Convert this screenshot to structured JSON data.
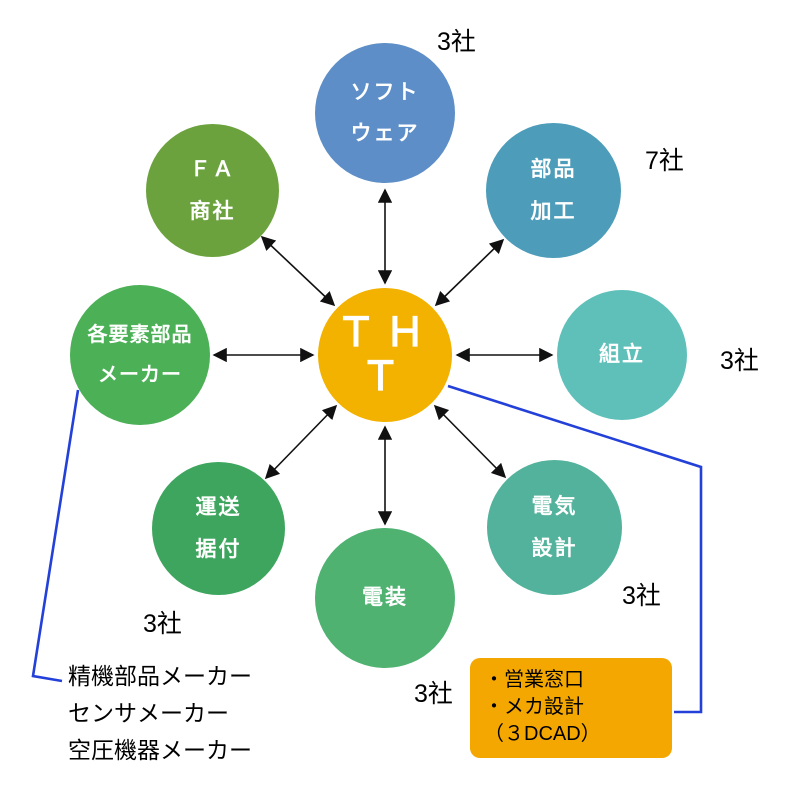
{
  "diagram": {
    "center": {
      "label": "ＴＨＴ",
      "color": "#f3b200"
    },
    "nodes": [
      {
        "id": "software",
        "label_lines": [
          "ソフト",
          "ウェア"
        ],
        "count": "3社",
        "color": "#5d8ec7"
      },
      {
        "id": "parts-machining",
        "label_lines": [
          "部品",
          "加工"
        ],
        "count": "7社",
        "color": "#4c9cba"
      },
      {
        "id": "assembly",
        "label_lines": [
          "組立"
        ],
        "count": "3社",
        "color": "#5fc0ba"
      },
      {
        "id": "electrical-design",
        "label_lines": [
          "電気",
          "設計"
        ],
        "count": "3社",
        "color": "#53b29c"
      },
      {
        "id": "denso",
        "label_lines": [
          "電装"
        ],
        "count": "3社",
        "color": "#4fb271"
      },
      {
        "id": "transport-install",
        "label_lines": [
          "運送",
          "据付"
        ],
        "count": "3社",
        "color": "#3ea55e"
      },
      {
        "id": "component-makers",
        "label_lines": [
          "各要素部品",
          "メーカー"
        ],
        "color": "#4bb056"
      },
      {
        "id": "fa-trading",
        "label_lines": [
          "ＦＡ",
          "商社"
        ],
        "color": "#6ba23e"
      }
    ],
    "note_left": {
      "lines": [
        "精機部品メーカー",
        "センサメーカー",
        "空圧機器メーカー"
      ]
    },
    "note_right": {
      "lines": [
        "・営業窓口",
        "・メカ設計",
        "（３DCAD）"
      ],
      "color": "#f3a700"
    },
    "colors": {
      "connector_blue": "#2340d8",
      "arrow_black": "#111111"
    }
  }
}
